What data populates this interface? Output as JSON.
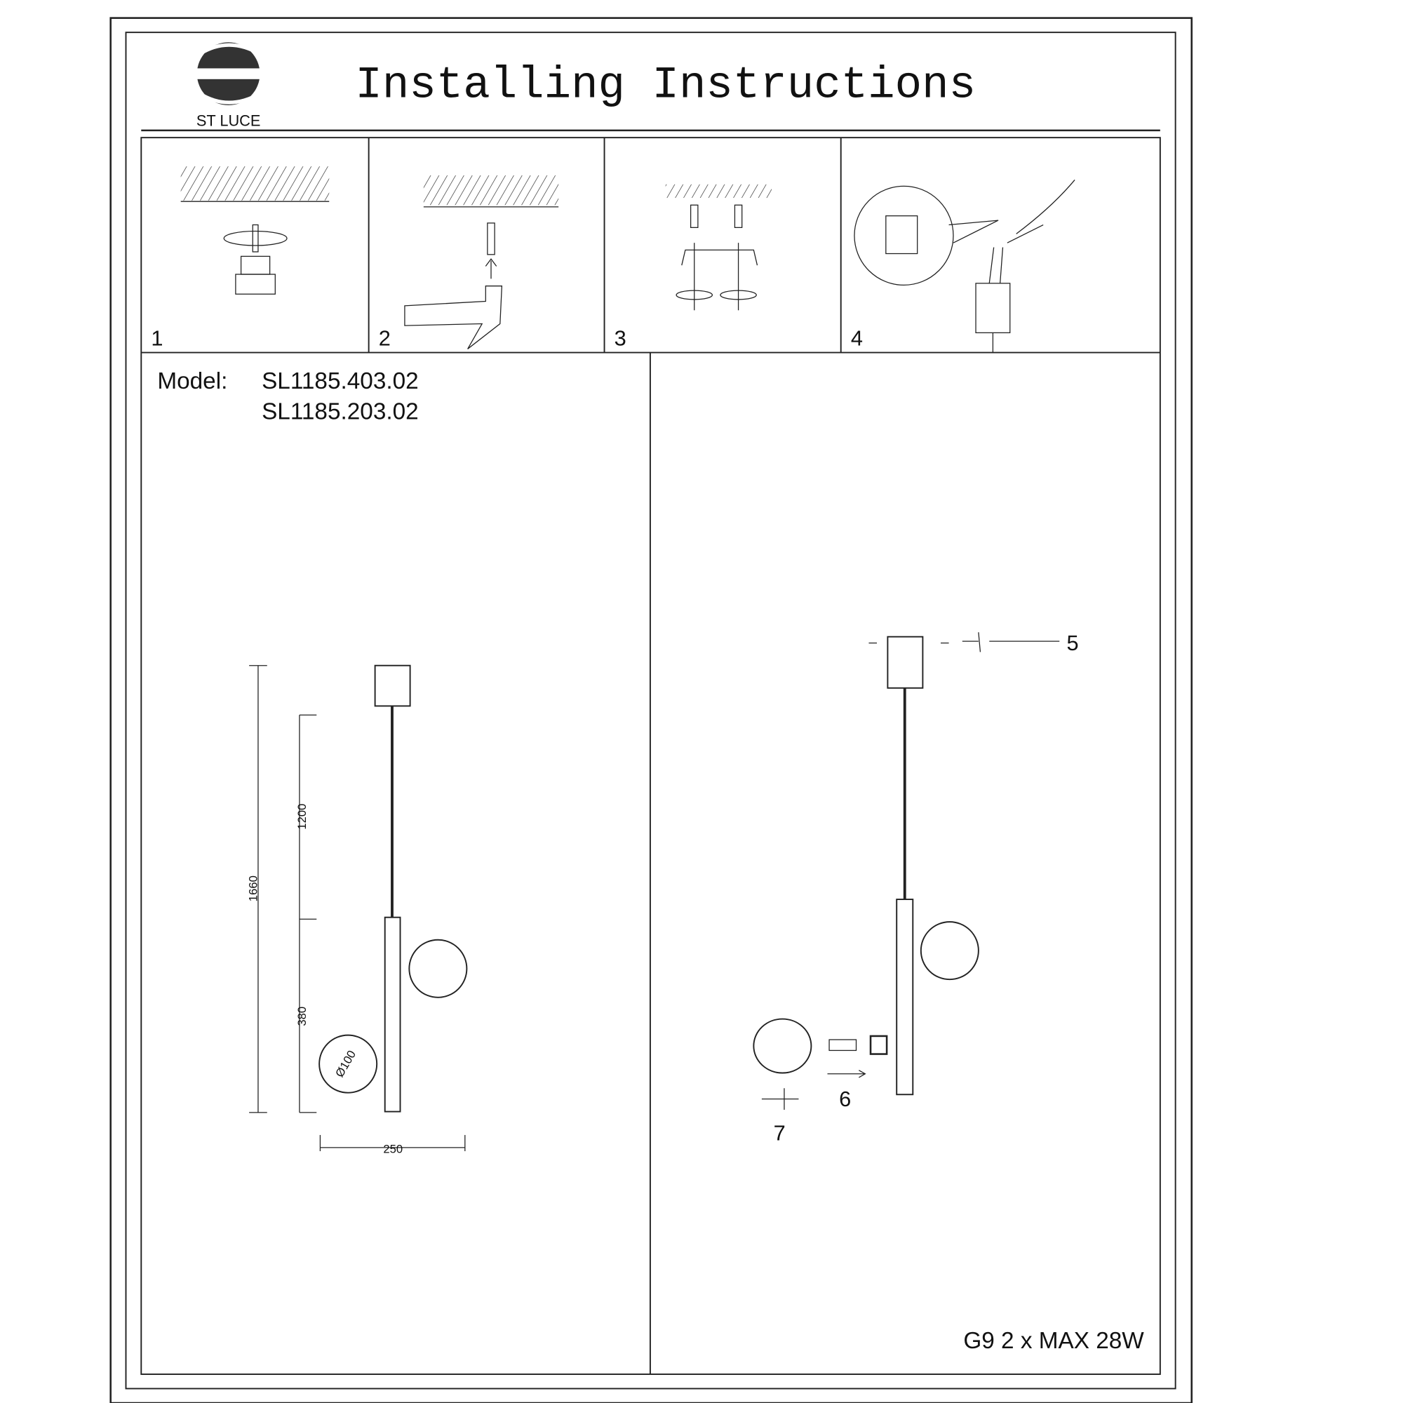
{
  "brand": {
    "name": "ST LUCE"
  },
  "header": {
    "title": "Installing Instructions"
  },
  "steps": [
    {
      "number": "1"
    },
    {
      "number": "2"
    },
    {
      "number": "3"
    },
    {
      "number": "4"
    }
  ],
  "model": {
    "label": "Model:",
    "codes": [
      "SL1185.403.02",
      "SL1185.203.02"
    ]
  },
  "dimensions": {
    "total_height": "1660",
    "cable": "1200",
    "body": "380",
    "width": "250",
    "globe": "Ø100"
  },
  "assembly_steps": {
    "step5": "5",
    "step6": "6",
    "step7": "7"
  },
  "bulb_spec": "G9 2 x MAX 28W"
}
